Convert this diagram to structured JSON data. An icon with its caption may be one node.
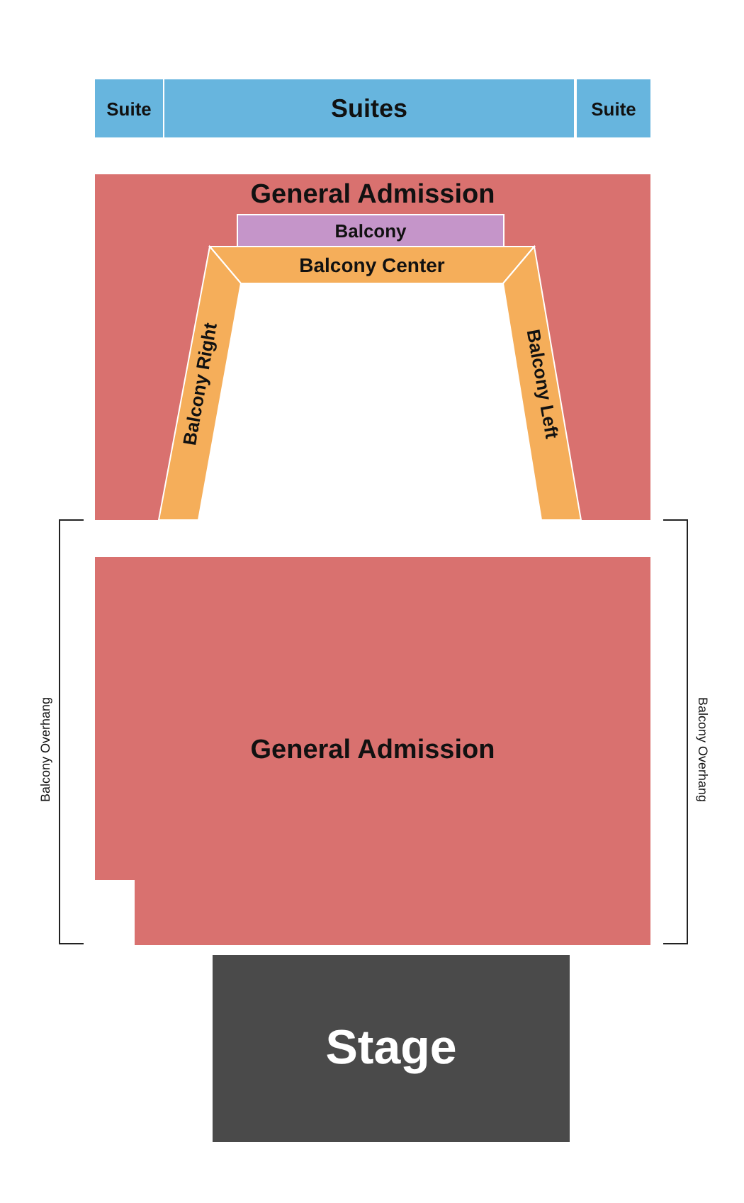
{
  "diagram": {
    "nodes": [
      {
        "text": [
          "Suite"
        ]
      },
      {
        "text": [
          "Suites"
        ]
      },
      {
        "text": [
          "Suite"
        ]
      },
      {
        "text": [
          "General Admission"
        ]
      },
      {
        "text": [
          "Balcony"
        ],
        "in": 3
      },
      {
        "text": [
          "Balcony Center"
        ],
        "in": 3
      },
      {
        "text": [
          "Balcony Right"
        ],
        "in": 3
      },
      {
        "text": [
          "Balcony Left"
        ],
        "in": 3
      },
      {
        "text": [
          "General Admission"
        ]
      },
      {
        "text": [
          "Stage"
        ]
      }
    ],
    "edges": [],
    "labels": [
      "Balcony Overhang",
      "Balcony Overhang"
    ]
  }
}
